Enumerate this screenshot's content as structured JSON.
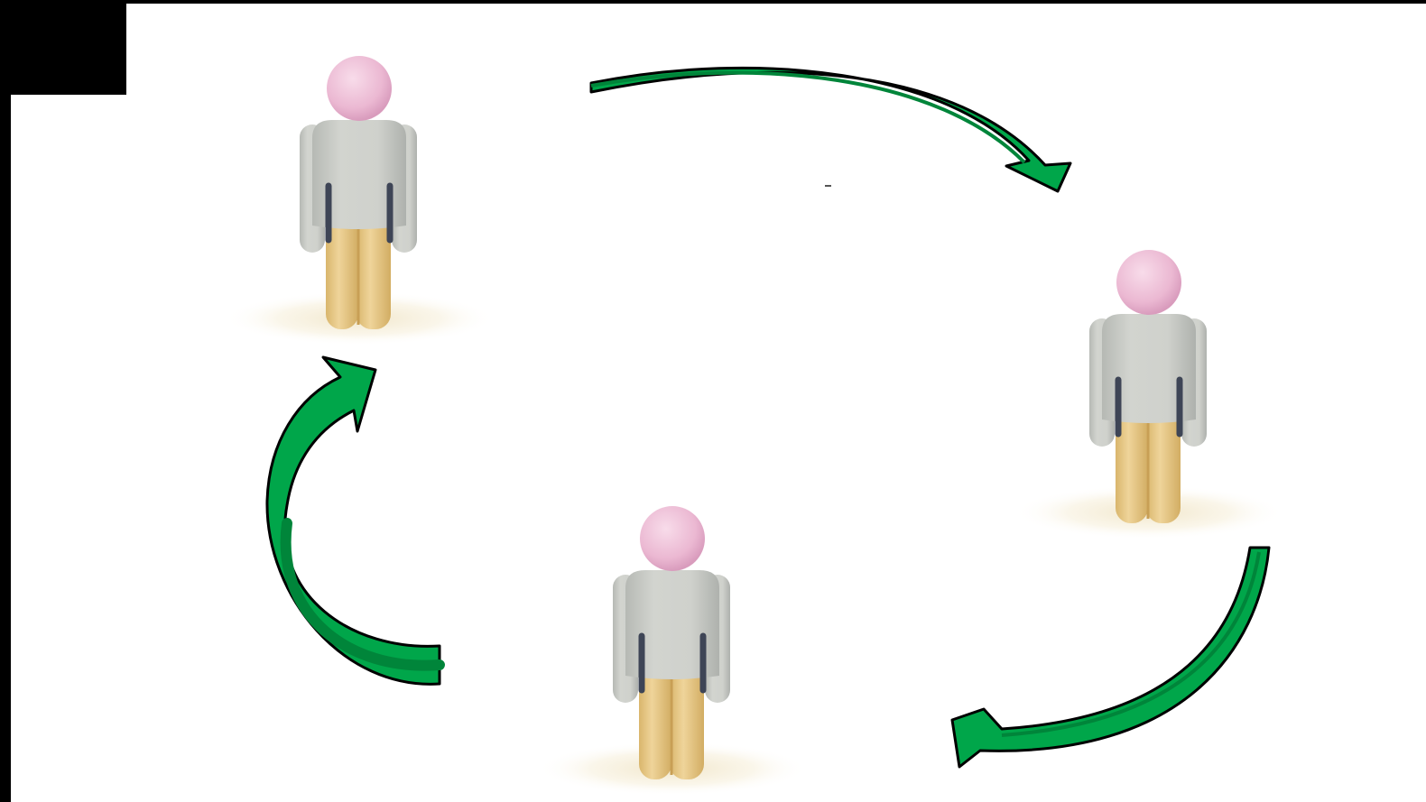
{
  "diagram": {
    "type": "cycle",
    "nodes": [
      {
        "id": "person-top-left",
        "icon": "person-figure-icon"
      },
      {
        "id": "person-right",
        "icon": "person-figure-icon"
      },
      {
        "id": "person-bottom-center",
        "icon": "person-figure-icon"
      }
    ],
    "edges": [
      {
        "from": "person-top-left",
        "to": "person-right",
        "icon": "curved-arrow-icon"
      },
      {
        "from": "person-right",
        "to": "person-bottom-center",
        "icon": "curved-arrow-icon"
      },
      {
        "from": "person-bottom-center",
        "to": "person-top-left",
        "icon": "curved-arrow-icon"
      }
    ]
  },
  "colors": {
    "frame": "#000000",
    "canvas": "#ffffff",
    "arrow_fill": "#00a64a",
    "arrow_shadow": "#00853a",
    "arrow_outline": "#000000",
    "head": "#ecbcd6",
    "shirt": "#c5c7c1",
    "pants": "#e4c683"
  }
}
